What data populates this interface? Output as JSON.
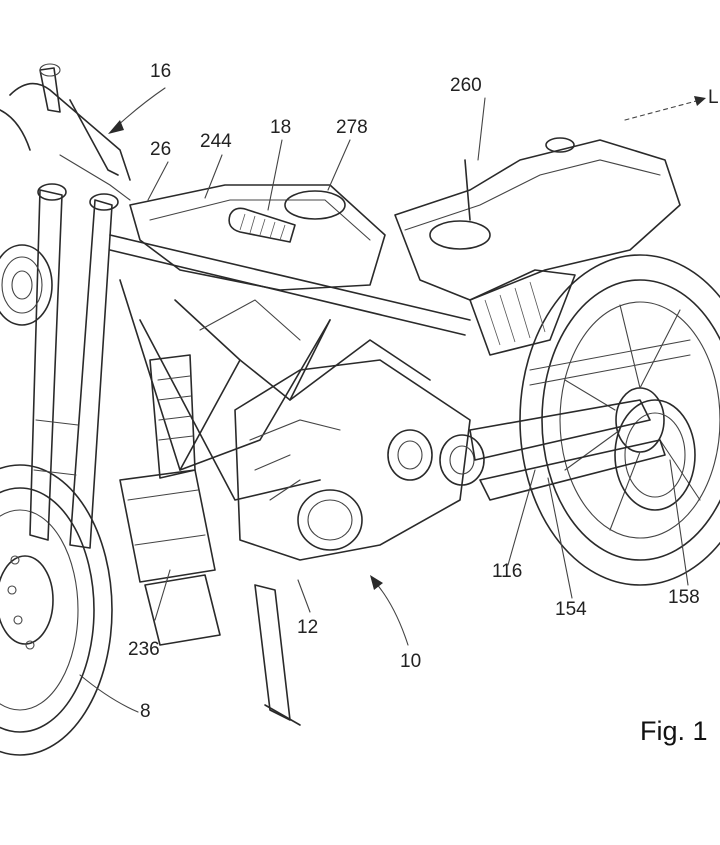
{
  "figure": {
    "caption": "Fig. 1",
    "subject": "motorcycle-patent-drawing",
    "line_color": "#2a2a2a",
    "background": "#ffffff"
  },
  "labels": {
    "l16": "16",
    "l26": "26",
    "l244": "244",
    "l18": "18",
    "l278": "278",
    "l260": "260",
    "lL": "L",
    "l116": "116",
    "l154": "154",
    "l158": "158",
    "l236": "236",
    "l12": "12",
    "l10": "10",
    "l8": "8"
  }
}
